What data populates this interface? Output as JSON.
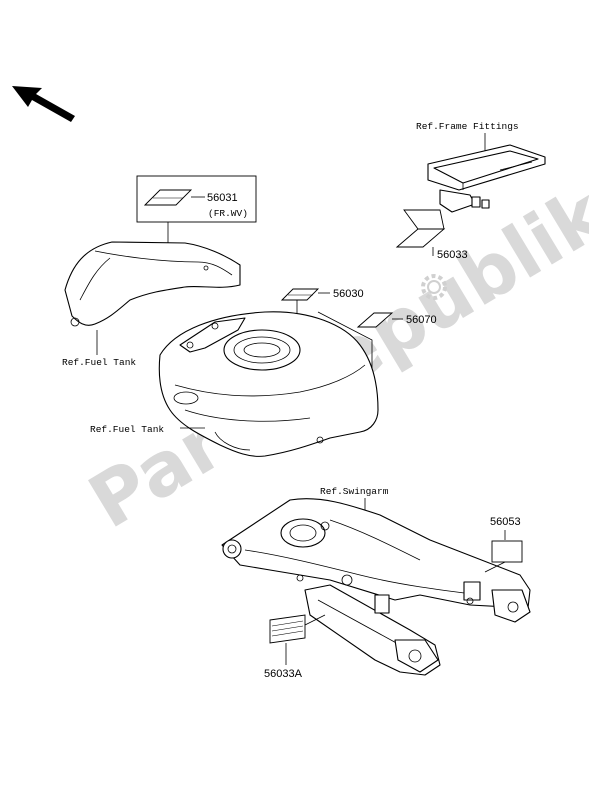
{
  "labels": {
    "frame_fittings_ref": "Ref.Frame Fittings",
    "fuel_tank_ref_1": "Ref.Fuel Tank",
    "fuel_tank_ref_2": "Ref.Fuel Tank",
    "swingarm_ref": "Ref.Swingarm"
  },
  "parts": {
    "p56031": "56031",
    "p56031_note": "(FR.WV)",
    "p56033": "56033",
    "p56030": "56030",
    "p56070": "56070",
    "p56053": "56053",
    "p56033A": "56033A"
  },
  "watermark": "PartsRepublik",
  "icons": {
    "direction": "front-direction-arrow-icon",
    "gear": "gear-icon"
  }
}
